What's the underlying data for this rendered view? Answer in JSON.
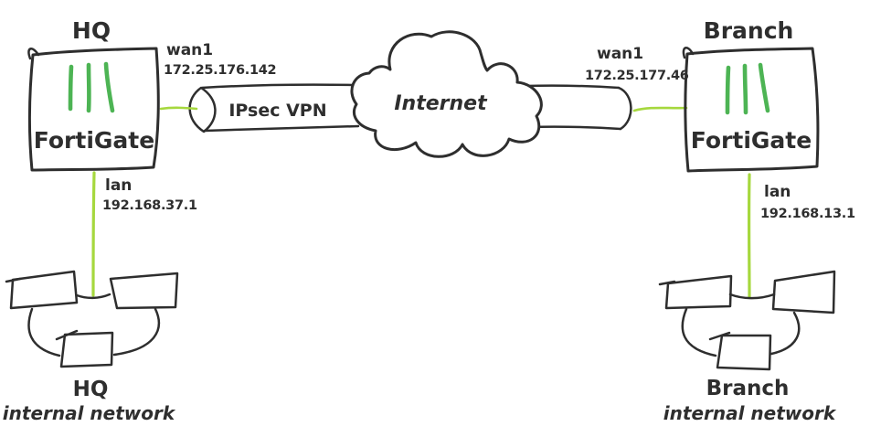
{
  "colors": {
    "ink": "#2e2e2e",
    "device_mark_green": "#4db454",
    "link_green": "#a6d83e",
    "background": "#ffffff"
  },
  "hq": {
    "site": "HQ",
    "device": "FortiGate",
    "wan_interface": "wan1",
    "wan_ip": "172.25.176.142",
    "lan_interface": "lan",
    "lan_ip": "192.168.37.1",
    "network_line1": "HQ",
    "network_line2": "internal network"
  },
  "branch": {
    "site": "Branch",
    "device": "FortiGate",
    "wan_interface": "wan1",
    "wan_ip": "172.25.177.46",
    "lan_interface": "lan",
    "lan_ip": "192.168.13.1",
    "network_line1": "Branch",
    "network_line2": "internal network"
  },
  "tunnel": {
    "label": "IPsec VPN"
  },
  "cloud": {
    "label": "Internet"
  }
}
